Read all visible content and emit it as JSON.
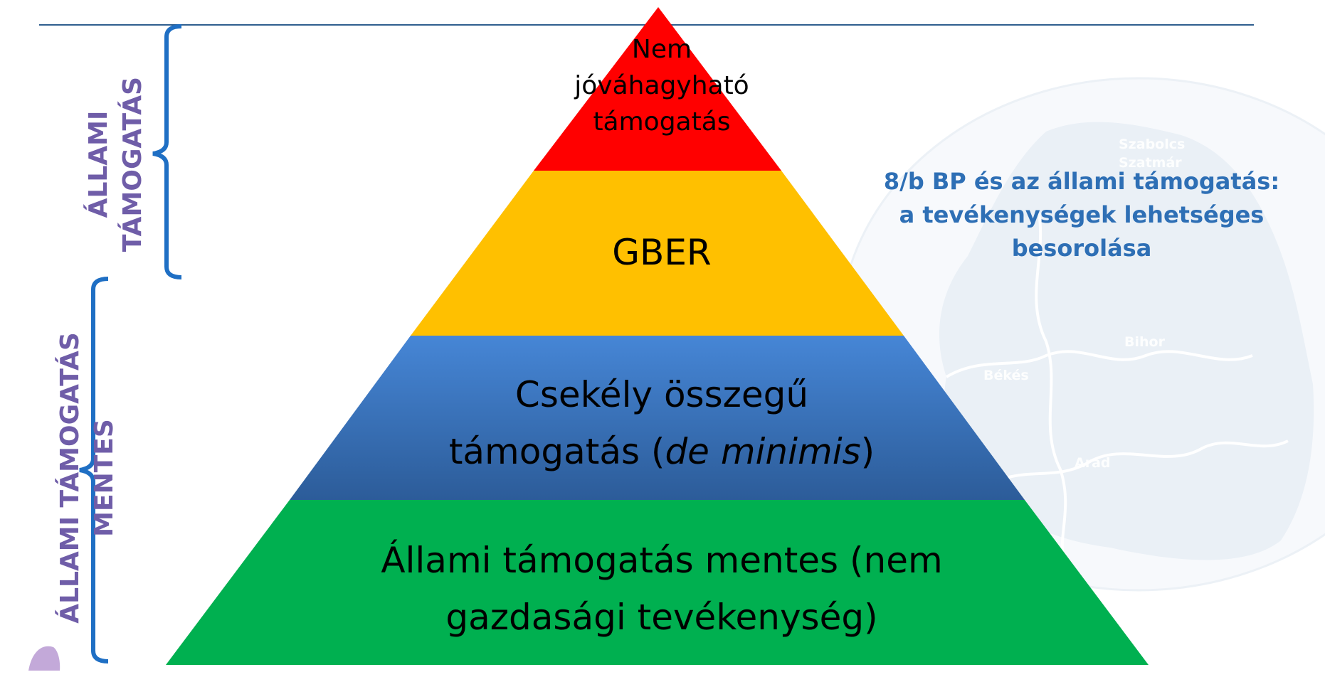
{
  "heading": {
    "line1": "8/b BP és az állami támogatás:",
    "line2": "a tevékenységek lehetséges",
    "line3": "besorolása"
  },
  "pyramid": {
    "top": {
      "line1": "Nem",
      "line2": "jóváhagyható",
      "line3": "támogatás",
      "color": "#ff0000"
    },
    "gber": {
      "label": "GBER",
      "color": "#ffc000"
    },
    "deminimis": {
      "line1": "Csekély összegű",
      "line2_prefix": "támogatás (",
      "line2_italic": "de minimis",
      "line2_suffix": ")",
      "color": "#3f7fcf"
    },
    "exempt": {
      "line1": "Állami támogatás mentes (nem",
      "line2": "gazdasági tevékenység)",
      "color": "#00b050"
    }
  },
  "side_labels": {
    "state_aid": {
      "line1": "ÁLLAMI",
      "line2": "TÁMOGATÁS"
    },
    "exempt": {
      "line1": "ÁLLAMI TÁMOGATÁS",
      "line2": "MENTES"
    }
  },
  "map_regions": {
    "szabolcs": "Szabolcs",
    "szatmar": "Szatmár",
    "bihor": "Bihor",
    "bekes": "Békés",
    "arad": "Arad"
  },
  "colors": {
    "accent_blue": "#2e6fb5",
    "purple": "#6f5da8",
    "bracket_blue": "#1f6fc4"
  }
}
